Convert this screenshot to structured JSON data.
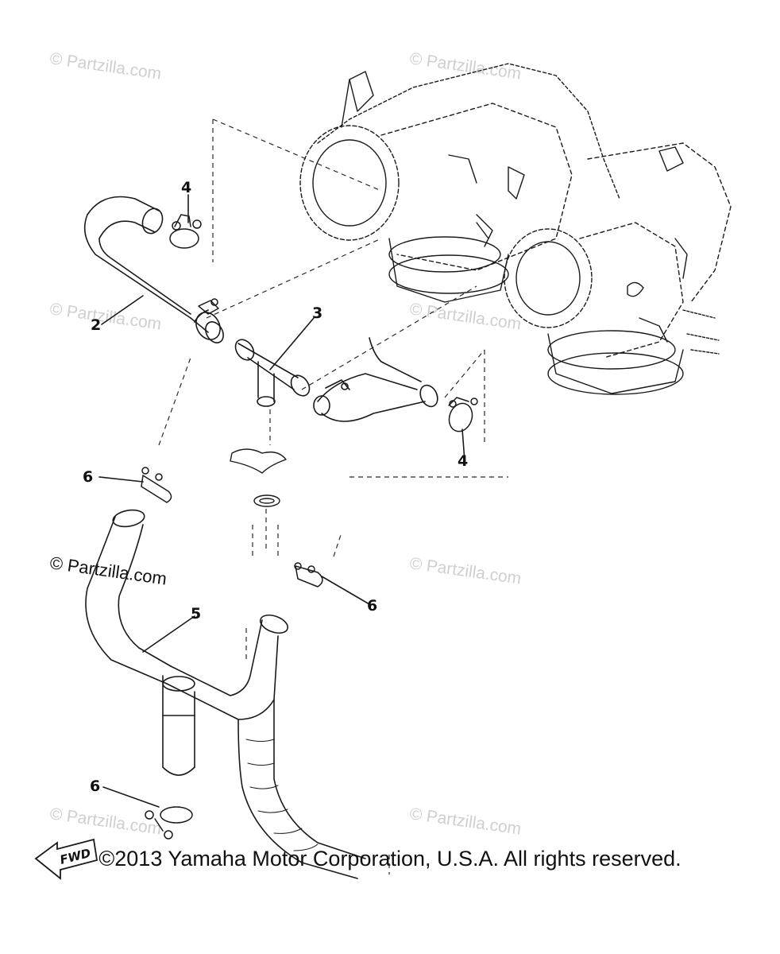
{
  "watermarks": [
    "© Partzilla.com",
    "© Partzilla.com",
    "© Partzilla.com",
    "© Partzilla.com",
    "© Partzilla.com",
    "© Partzilla.com",
    "© Partzilla.com",
    "© Partzilla.com"
  ],
  "callouts": {
    "c2": "2",
    "c3": "3",
    "c4_top": "4",
    "c4_right": "4",
    "c5": "5",
    "c6_left": "6",
    "c6_mid": "6",
    "c6_bottom": "6"
  },
  "fwd_label": "FWD",
  "copyright": "©2013 Yamaha Motor Corporation, U.S.A. All rights reserved."
}
